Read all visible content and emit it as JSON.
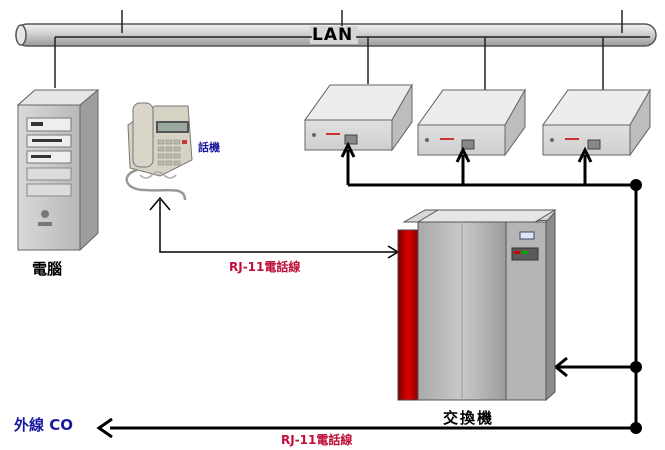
{
  "lan_label": "LAN",
  "computer_label": "電腦",
  "phone_label": "話機",
  "cable_label_top": "RJ-11電話線",
  "cable_label_bottom": "RJ-11電話線",
  "pbx_label": "交換機",
  "outside_line_label": "外線 CO",
  "colors": {
    "cable_text": "#c0103a",
    "blue_text": "#1a1aa0",
    "pbx_red_panel": "#d40000",
    "pipe": "#c8c8c8"
  }
}
